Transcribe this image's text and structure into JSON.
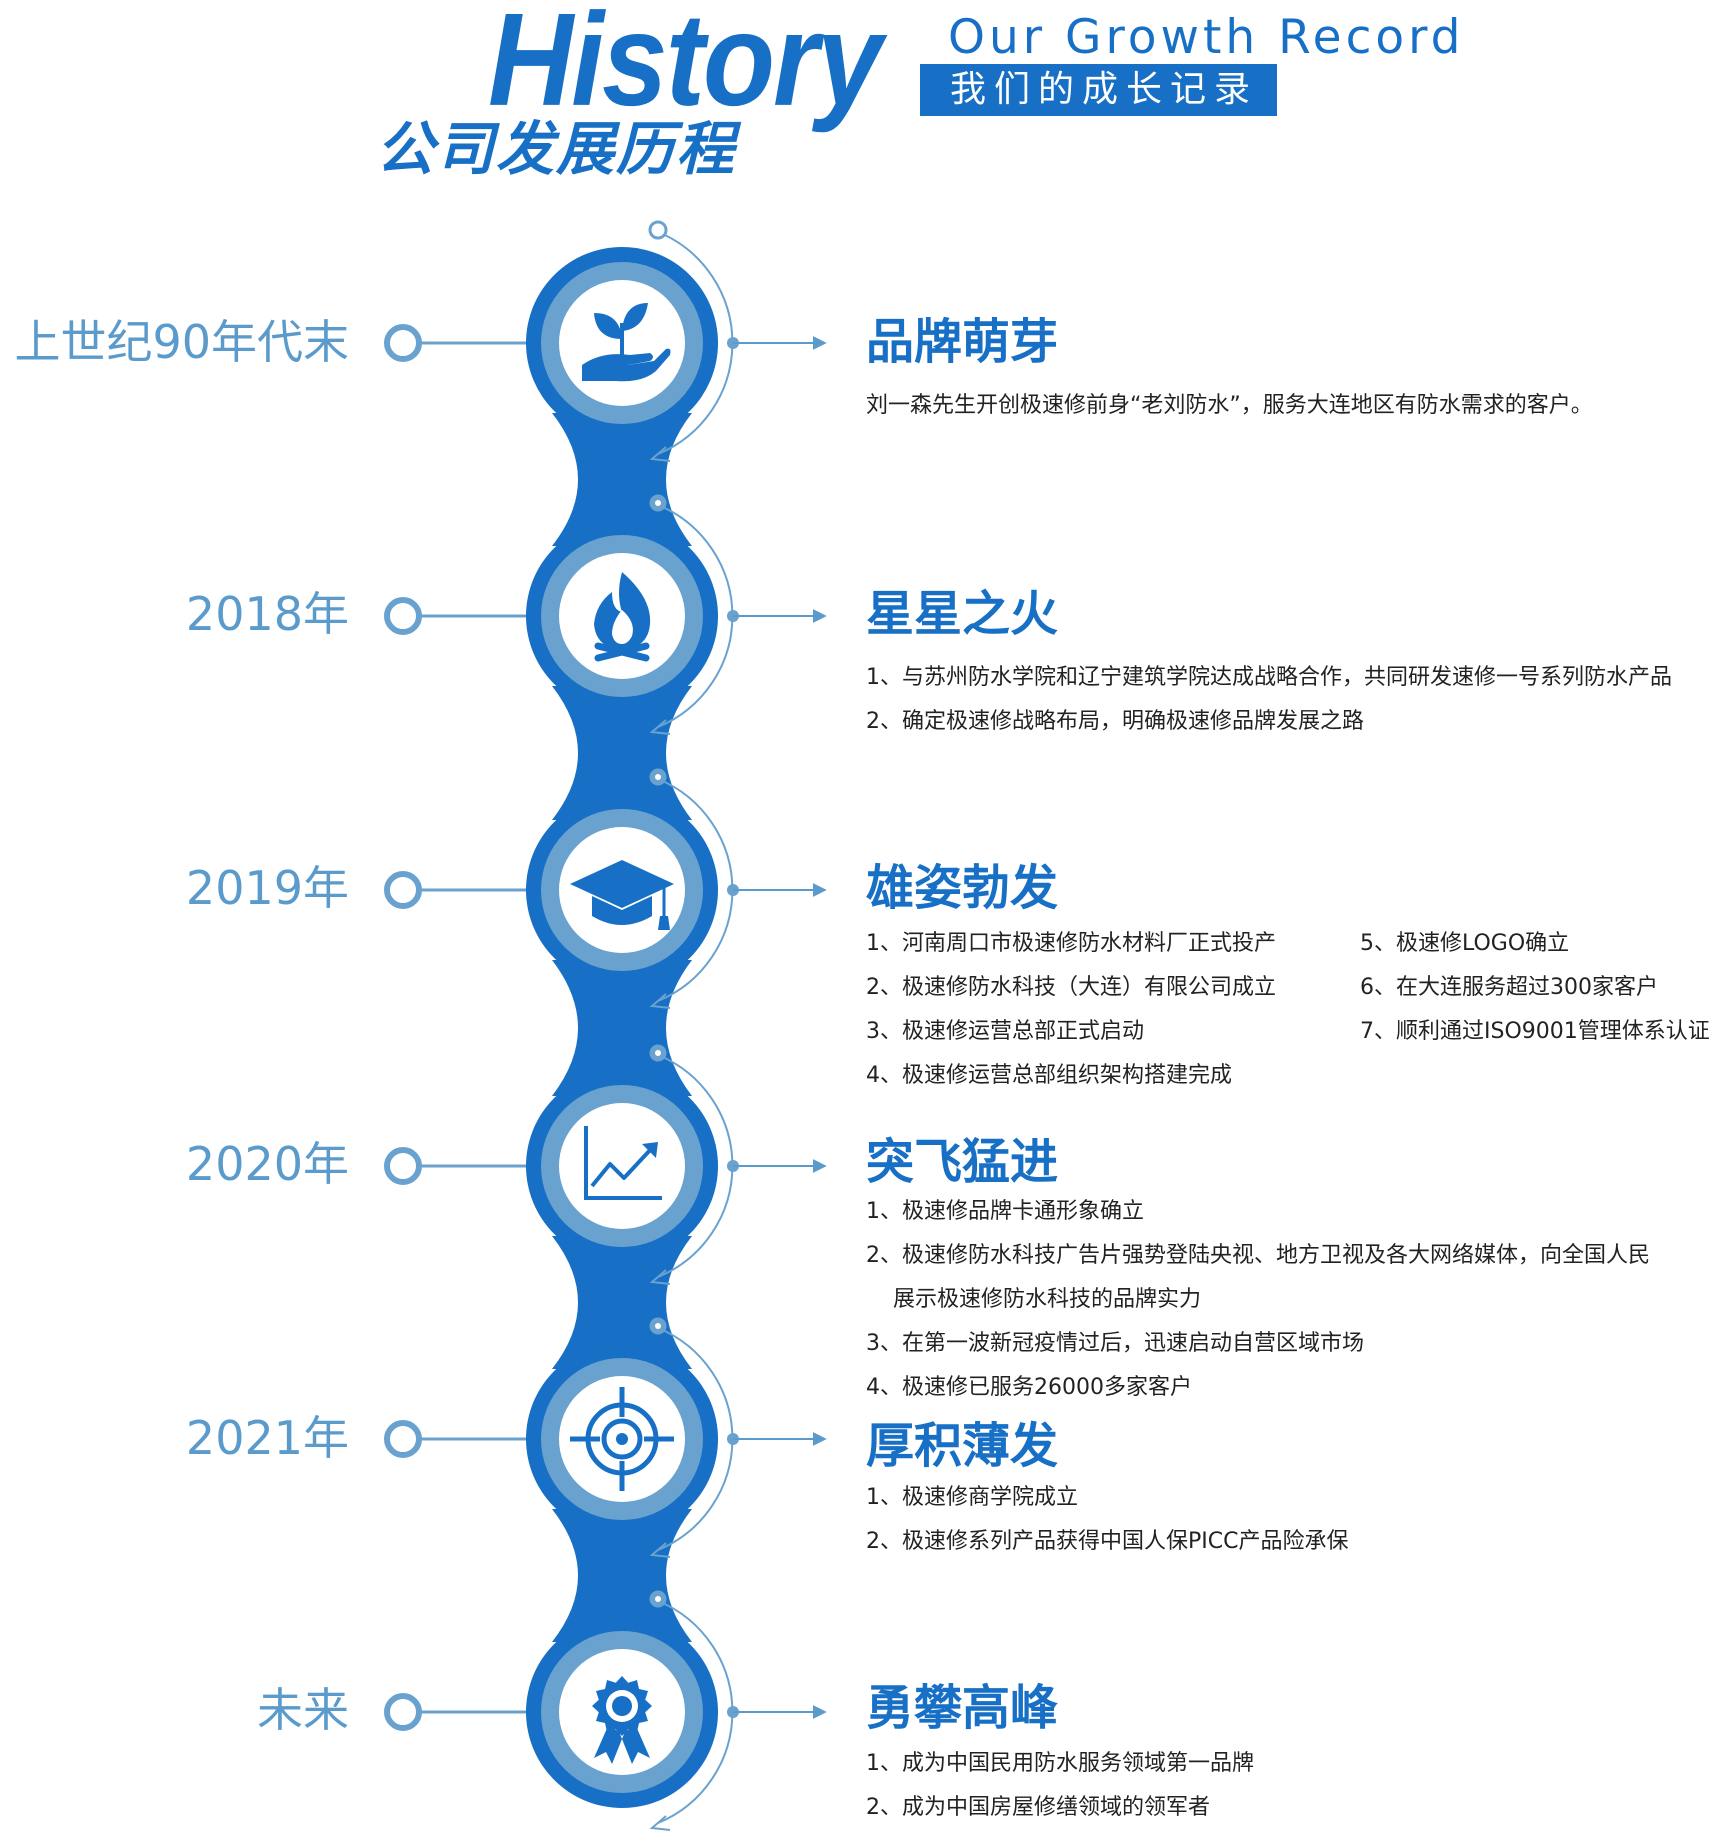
{
  "header": {
    "title": "History",
    "subtitle": "公司发展历程",
    "english_caption": "Our Growth Record",
    "chinese_caption": "我们的成长记录"
  },
  "colors": {
    "primary": "#1770c5",
    "light": "#6aa2cf",
    "year_text": "#5b9bcc",
    "body_text": "#222222"
  },
  "stages": [
    {
      "year": "上世纪90年代末",
      "title": "品牌萌芽",
      "icon": "plant-in-hand-icon",
      "items": [
        "刘一森先生开创极速修前身“老刘防水”，服务大连地区有防水需求的客户。"
      ]
    },
    {
      "year": "2018年",
      "title": "星星之火",
      "icon": "fire-icon",
      "items": [
        "1、与苏州防水学院和辽宁建筑学院达成战略合作，共同研发速修一号系列防水产品",
        "2、确定极速修战略布局，明确极速修品牌发展之路"
      ]
    },
    {
      "year": "2019年",
      "title": "雄姿勃发",
      "icon": "graduation-cap-icon",
      "items": [
        "1、河南周口市极速修防水材料厂正式投产",
        "2、极速修防水科技（大连）有限公司成立",
        "3、极速修运营总部正式启动",
        "4、极速修运营总部组织架构搭建完成"
      ],
      "items_col2": [
        "5、极速修LOGO确立",
        "6、在大连服务超过300家客户",
        "7、顺利通过ISO9001管理体系认证"
      ]
    },
    {
      "year": "2020年",
      "title": "突飞猛进",
      "icon": "growth-chart-icon",
      "items": [
        "1、极速修品牌卡通形象确立",
        "2、极速修防水科技广告片强势登陆央视、地方卫视及各大网络媒体，向全国人民",
        "展示极速修防水科技的品牌实力",
        "3、在第一波新冠疫情过后，迅速启动自营区域市场",
        "4、极速修已服务26000多家客户"
      ]
    },
    {
      "year": "2021年",
      "title": "厚积薄发",
      "icon": "target-icon",
      "items": [
        "1、极速修商学院成立",
        "2、极速修系列产品获得中国人保PICC产品险承保"
      ]
    },
    {
      "year": "未来",
      "title": "勇攀高峰",
      "icon": "award-medal-icon",
      "items": [
        "1、成为中国民用防水服务领域第一品牌",
        "2、成为中国房屋修缮领域的领军者"
      ]
    }
  ]
}
